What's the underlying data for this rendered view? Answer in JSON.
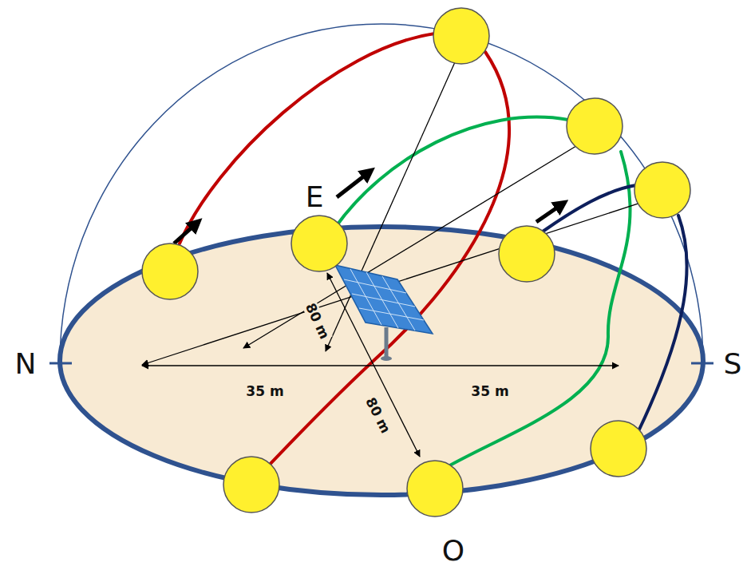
{
  "diagram": {
    "labels": [
      "E",
      "80 m",
      "N",
      "35 m",
      "80 m",
      "35 m",
      "S",
      "O"
    ]
  }
}
